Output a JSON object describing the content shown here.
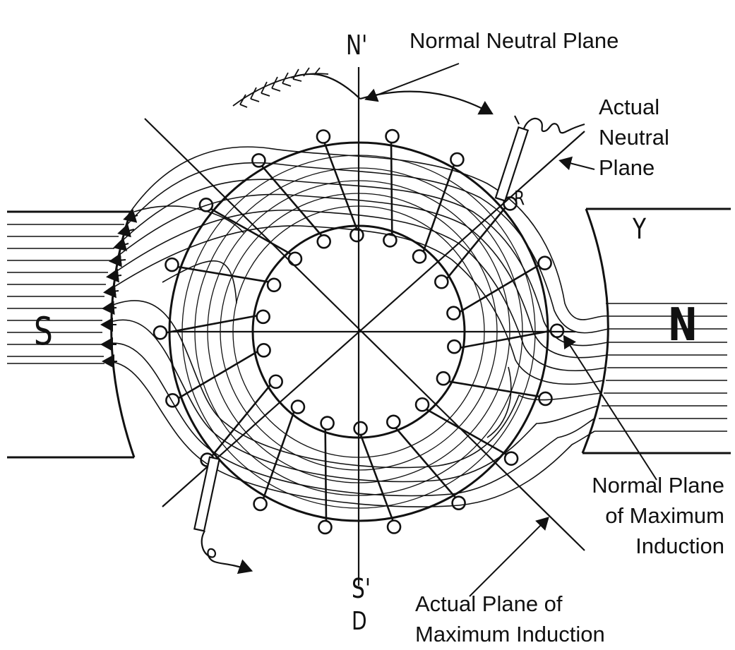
{
  "labels": {
    "normal_neutral_plane": [
      "Normal Neutral Plane"
    ],
    "actual_neutral_plane": [
      "Actual",
      "Neutral",
      "Plane"
    ],
    "normal_plane_max_induction": [
      "Normal Plane",
      "of Maximum",
      "Induction"
    ],
    "actual_plane_max_induction": [
      "Actual Plane of",
      "Maximum Induction"
    ]
  },
  "poles": {
    "south": "S",
    "north": "N",
    "yoke": "Y"
  },
  "markers": {
    "n_prime": "N'",
    "s_prime": "S'",
    "d": "D",
    "r": "R"
  }
}
